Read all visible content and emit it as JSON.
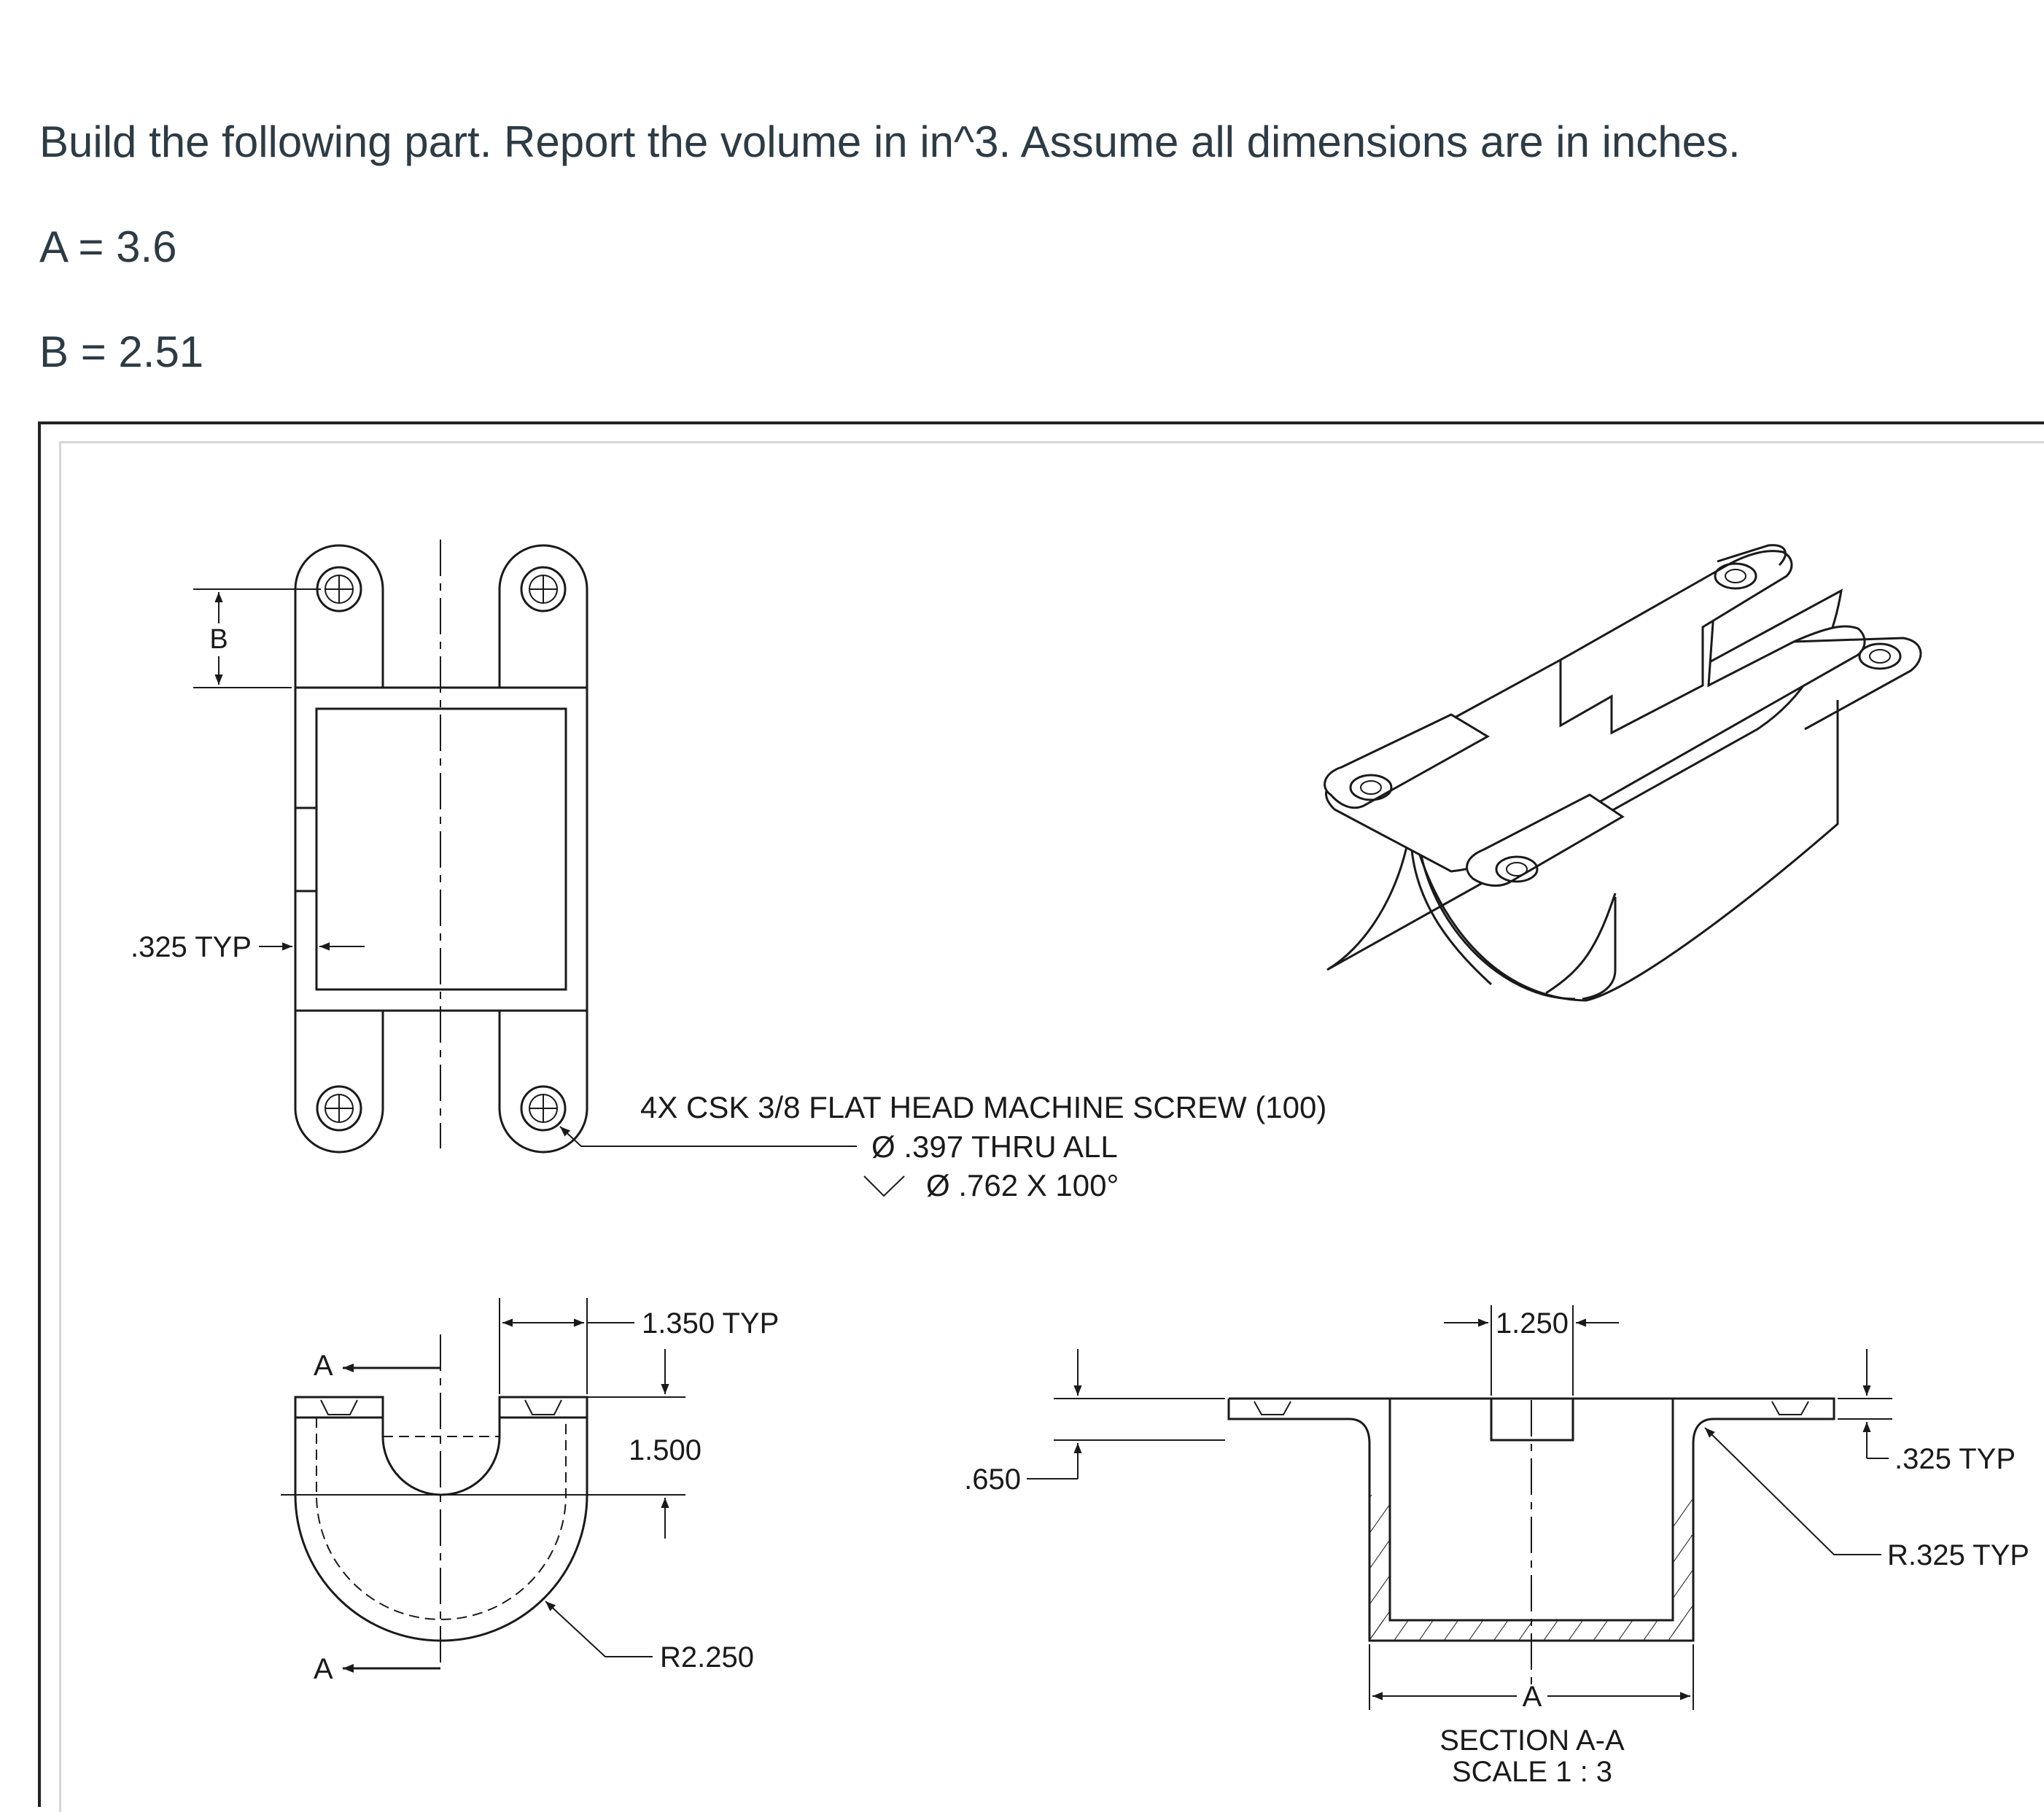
{
  "question": {
    "prompt": "Build the following part. Report the volume in in^3. Assume all dimensions are in inches.",
    "a_value": "A = 3.6",
    "b_value": "B = 2.51"
  },
  "drawing": {
    "top_view": {
      "dim_b": "B",
      "dim_typ": ".325 TYP"
    },
    "hole_callout": {
      "line1": "4X CSK 3/8 FLAT HEAD MACHINE SCREW (100)",
      "line2": "Ø .397 THRU ALL",
      "line3": "Ø .762 X 100°"
    },
    "front_view": {
      "dim_width": "1.350 TYP",
      "dim_height": "1.500",
      "dim_radius": "R2.250",
      "section_label_top": "A",
      "section_label_bottom": "A"
    },
    "section_view": {
      "dim_slot": "1.250",
      "dim_depth": ".650",
      "dim_thickness": ".325 TYP",
      "dim_fillet": "R.325 TYP",
      "dim_overall": "A",
      "title_line1": "SECTION A-A",
      "title_line2": "SCALE 1 : 3"
    }
  }
}
